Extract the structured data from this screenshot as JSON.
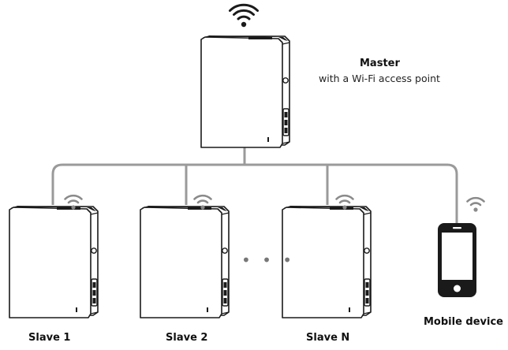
{
  "master": {
    "title": "Master",
    "subtitle": "with a Wi-Fi access point"
  },
  "slaves": [
    {
      "label": "Slave 1"
    },
    {
      "label": "Slave 2"
    },
    {
      "label": "Slave N"
    }
  ],
  "ellipsis": "• • •",
  "mobile": {
    "label": "Mobile device"
  },
  "colors": {
    "line": "#9a9a9a",
    "outline": "#1a1a1a",
    "wifi": "#1a1a1a",
    "wifi_light": "#8a8a8a"
  },
  "icons": [
    "wifi-icon",
    "device-unit",
    "smartphone-icon"
  ]
}
